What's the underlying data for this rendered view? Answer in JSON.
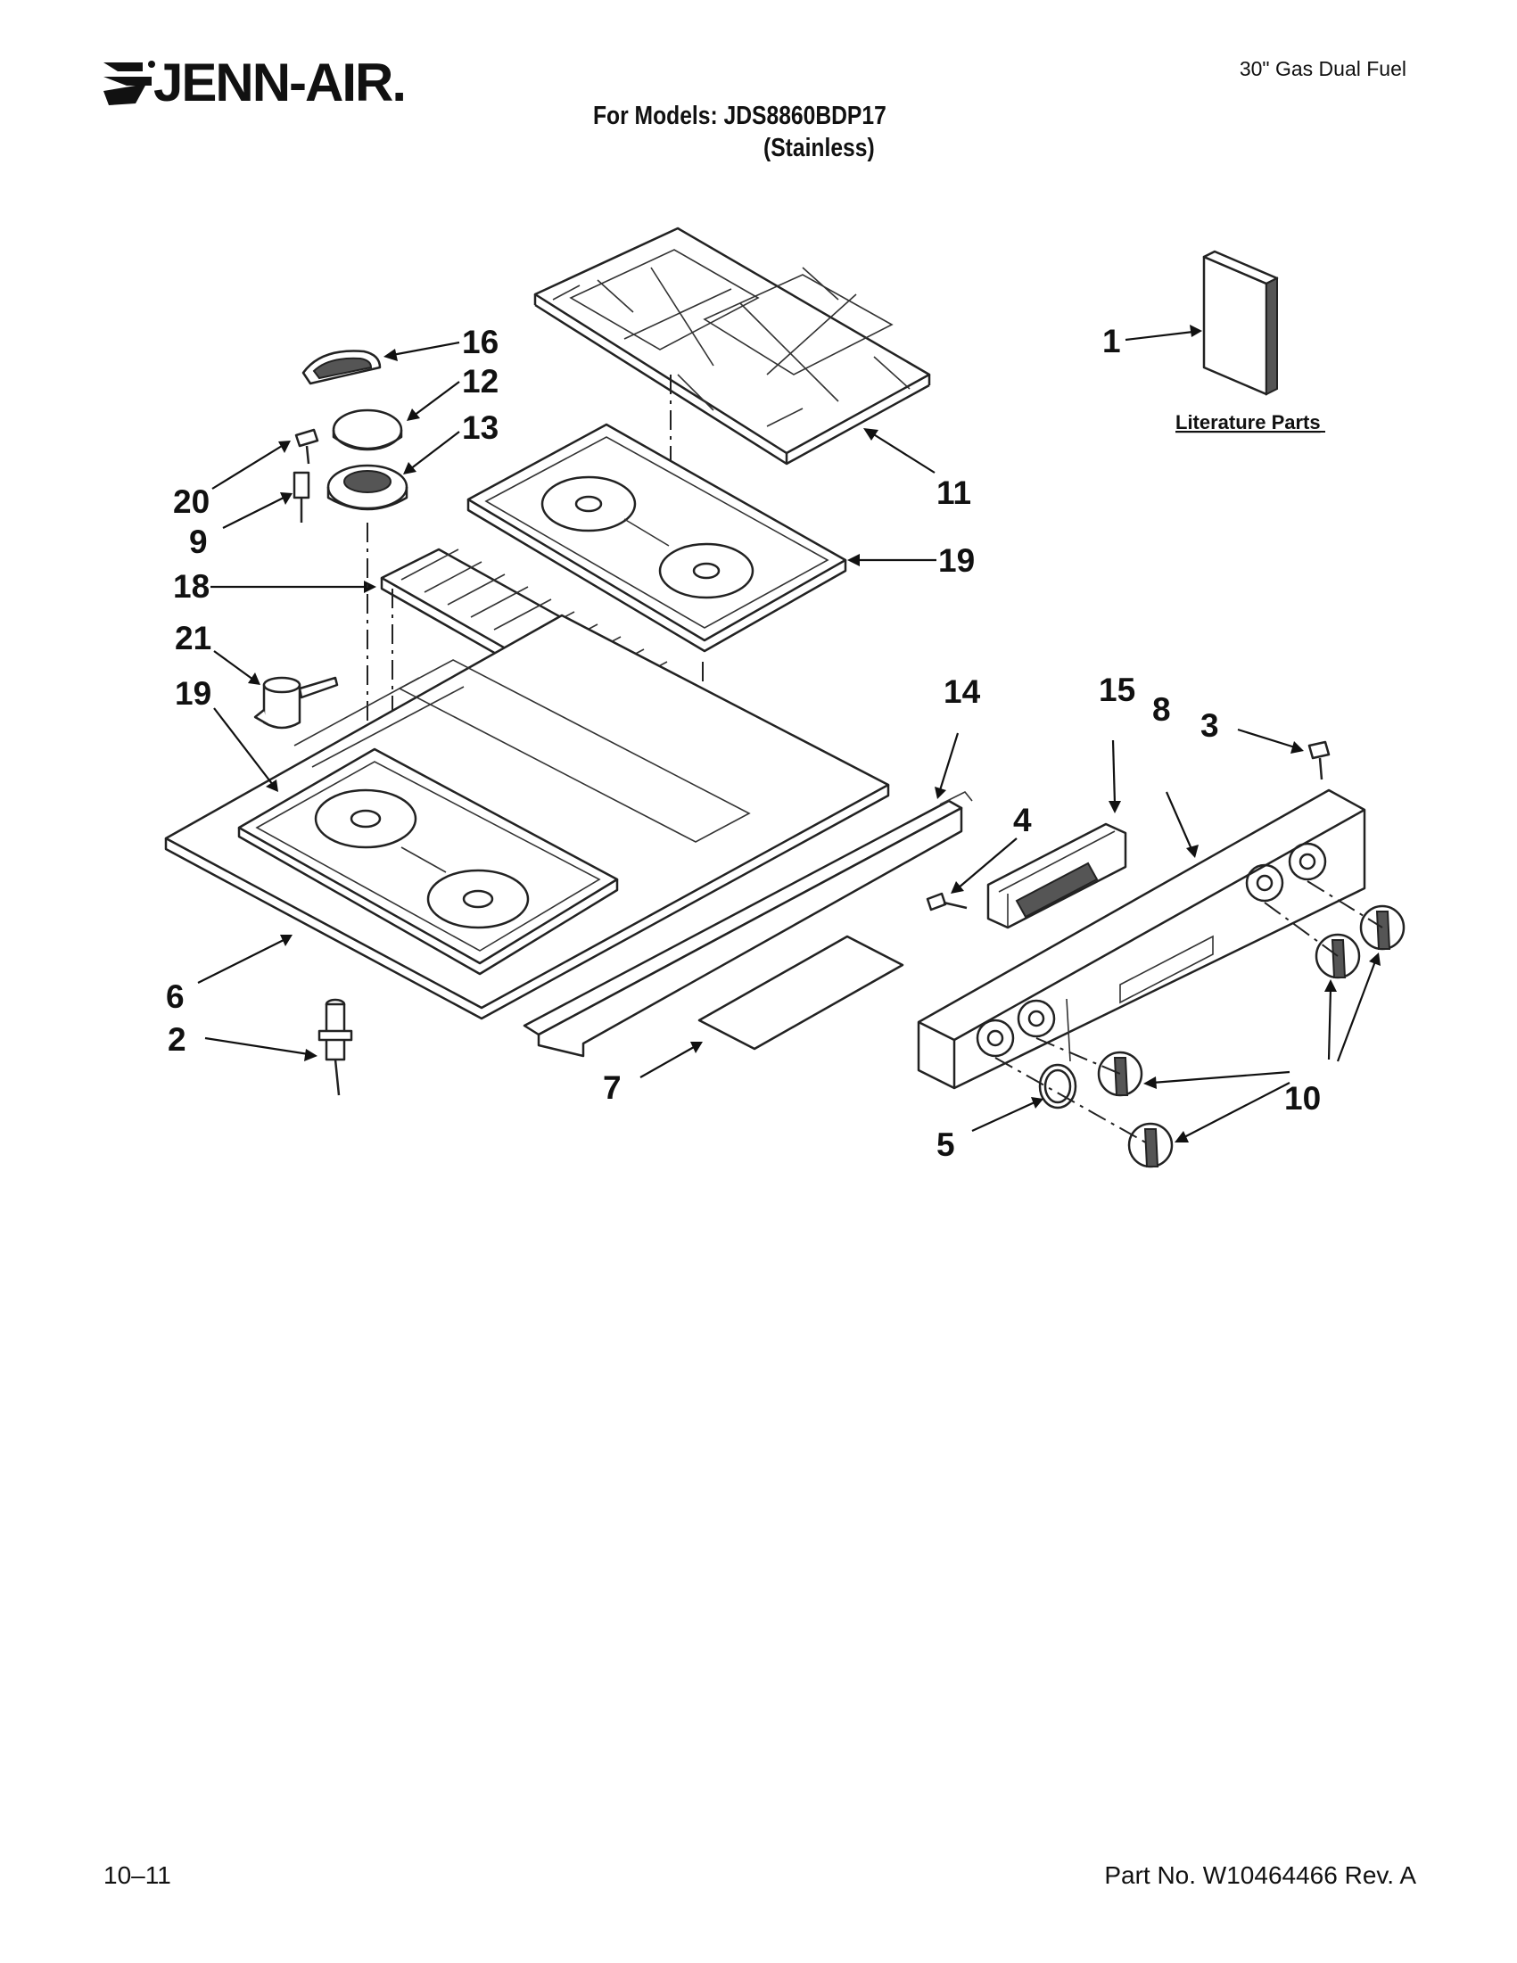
{
  "header": {
    "brand": "JENN-AIR.",
    "category": "30\" Gas Dual Fuel",
    "models_line": "For Models: JDS8860BDP17",
    "finish_line": "(Stainless)"
  },
  "callouts": {
    "c1": "1",
    "c2": "2",
    "c3": "3",
    "c4": "4",
    "c5": "5",
    "c6": "6",
    "c7": "7",
    "c8": "8",
    "c9": "9",
    "c10": "10",
    "c11": "11",
    "c12": "12",
    "c13": "13",
    "c14": "14",
    "c15": "15",
    "c16": "16",
    "c18": "18",
    "c19a": "19",
    "c19b": "19",
    "c20": "20",
    "c21": "21"
  },
  "literature_label": "Literature Parts",
  "footer": {
    "date_code": "10–11",
    "part_number": "Part No. W10464466 Rev. A"
  }
}
